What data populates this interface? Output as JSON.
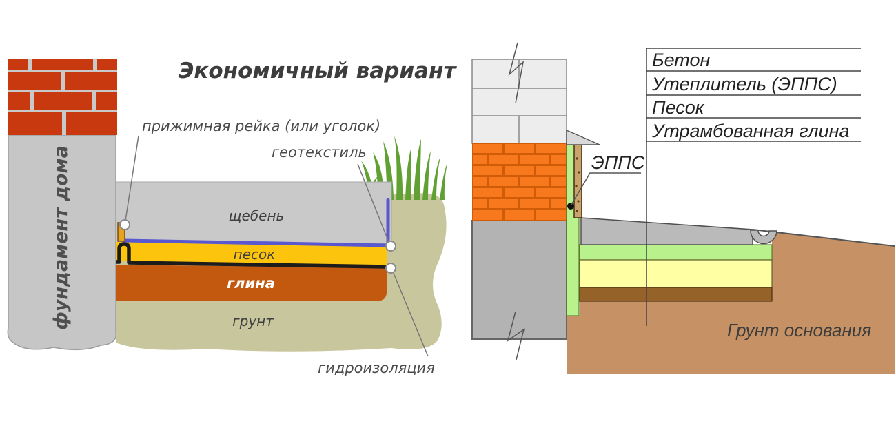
{
  "left_diagram": {
    "title": "Экономичный вариант",
    "labels": {
      "foundation": "фундамент дома",
      "strip": "прижимная рейка (или уголок)",
      "geotextile": "геотекстиль",
      "gravel": "щебень",
      "sand": "песок",
      "clay": "глина",
      "soil": "грунт",
      "waterproofing": "гидроизоляция"
    },
    "colors": {
      "brick_red": "#c8390f",
      "mortar_gray": "#c9c9c9",
      "foundation_gray": "#c6c6c6",
      "gravel_gray": "#c9c9c9",
      "geotextile_blue": "#5a58cf",
      "sand_yellow": "#fdc40e",
      "waterproofing_black": "#1c1c1c",
      "clay_orange": "#c2590e",
      "soil_olive": "#c8c69c",
      "grass_green": "#61a032",
      "strip_orange": "#e8a31d"
    }
  },
  "right_diagram": {
    "legend": [
      "Бетон",
      "Утеплитель (ЭППС)",
      "Песок",
      "Утрамбованная глина"
    ],
    "labels": {
      "epps": "ЭППС",
      "base_soil": "Грунт основания"
    },
    "colors": {
      "block_gray": "#ededed",
      "brick_orange": "#f8791d",
      "mortar_orange": "#d05c08",
      "foundation_gray": "#b3b3b3",
      "concrete_gray": "#bababa",
      "insulation_green": "#b9f18c",
      "batten_wood": "#c9a36b",
      "sand_pale": "#ffffa4",
      "clay_brown": "#95622a",
      "ground_tan": "#c69265"
    }
  }
}
